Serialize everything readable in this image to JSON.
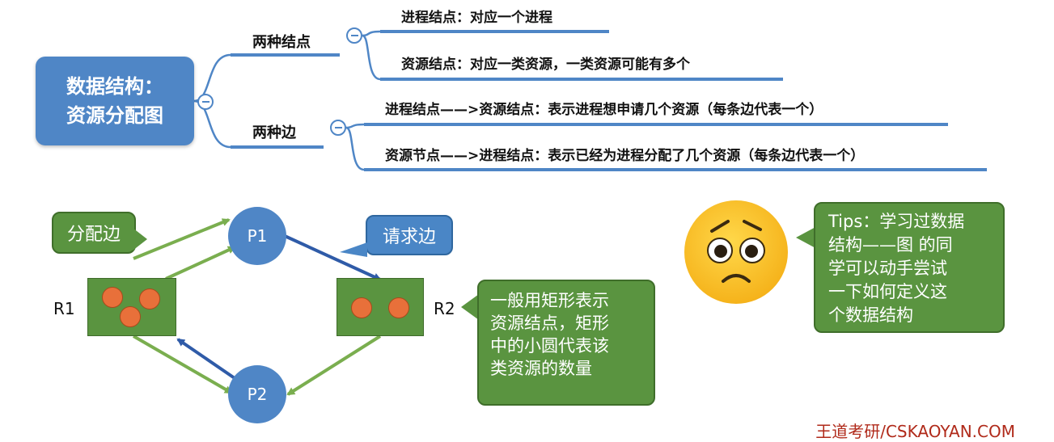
{
  "mindmap": {
    "root_line1": "数据结构：",
    "root_line2": "资源分配图",
    "branch_nodes": "两种结点",
    "branch_edges": "两种边",
    "leaf_process_node": "进程结点：对应一个进程",
    "leaf_resource_node": "资源结点：对应一类资源，一类资源可能有多个",
    "leaf_request_edge": "进程结点——>资源结点：表示进程想申请几个资源（每条边代表一个）",
    "leaf_assign_edge": "资源节点——>进程结点：表示已经为进程分配了几个资源（每条边代表一个）"
  },
  "graph": {
    "assign_callout": "分配边",
    "request_callout": "请求边",
    "p1": "P1",
    "p2": "P2",
    "r1": "R1",
    "r2": "R2",
    "note_lines": [
      "一般用矩形表示",
      "资源结点，矩形",
      "中的小圆代表该",
      "类资源的数量"
    ]
  },
  "tips": {
    "lines": [
      "Tips：学习过数据",
      "结构——图 的同",
      "学可以动手尝试",
      "一下如何定义这",
      "个数据结构"
    ]
  },
  "colors": {
    "blue": "#4f86c6",
    "green": "#5a9440",
    "orange": "#e8703a",
    "assign_edge": "#7aae4f",
    "request_edge": "#2f5ba8"
  },
  "watermark": "王道考研/CSKAOYAN.COM"
}
